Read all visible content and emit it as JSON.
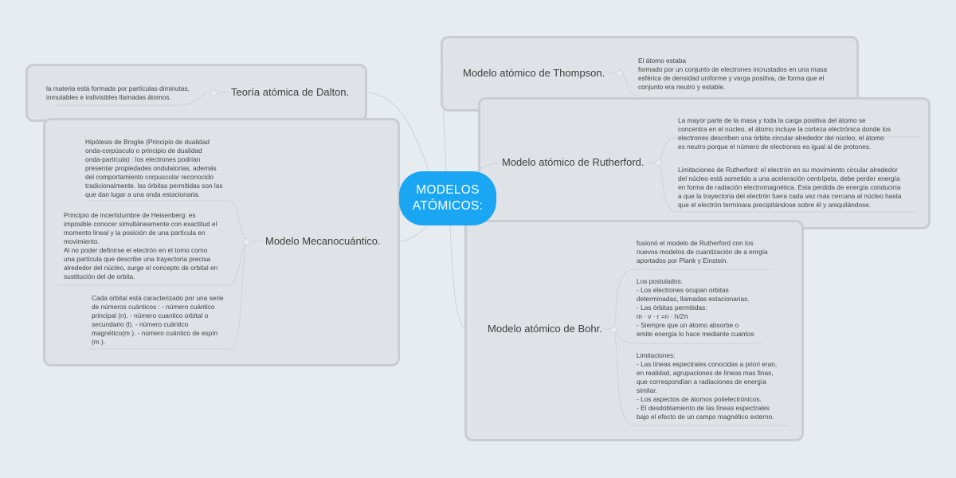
{
  "central": {
    "label": "MODELOS\nATÓMICOS:",
    "color": "#1aa6f2"
  },
  "branches": {
    "dalton": {
      "title": "Teoría atómica de Dalton.",
      "notes": [
        "la materia está formada por partículas diminutas,\ninmutables e indivisibles llamadas átomos."
      ]
    },
    "mecanocuantico": {
      "title": "Modelo Mecanocuántico.",
      "notes": [
        "Hipótesis de Broglie (Principio de dualidad\nonda-corpúsculo o principio de dualidad\nonda-partícula) : los electrones podrían\npresentar propiedades ondulatorias, además\ndel comportamiento corpuscular reconocido\ntradicionalmente. las órbitas permitidas son las\nque dan lugar a una onda estacionaria.",
        "Principio de incertidumbre de Heisenberg: es\nimposible conocer simultáneamente   con exactitud el\nmomento lineal y la posición de una partícula en\nmovimiento.\n Al no poder definirse el electrón en el tomo como\nuna partícula que describe una trayectoria precisa\nalrededor del núcleo, surge el concepto de orbital en\nsustitución del de orbita.",
        "Cada orbital está caracterizado por una serie\nde números cuánticos : - número cuántico\nprincipal (n). - número cuantico orbital o\nsecundario (l). - número cuántico\nmagnético(m ). - número cuántico de espín\n(m )."
      ]
    },
    "thompson": {
      "title": "Modelo atómico de Thompson.",
      "notes": [
        "El átomo estaba\n formado por un conjunto de electrones incrustados en una masa\n esférica de densidad uniforme y varga positiva, de forma que el\n conjunto era neutro y estable."
      ]
    },
    "rutherford": {
      "title": "Modelo atómico de Rutherford.",
      "notes": [
        "La mayor parte de la masa y toda la carga positiva del átomo se\nconcentra en el núcleo, el átomo incluye la corteza electrónica donde los\nelectrones describen una órbita circular alrededor del núcleo, el átomo\nes neutro porque el número de electrones es igual al de protones.",
        "Limitaciones de Rutherford: el electrón en su movimiento circular alrededor\ndel núcleo está sometido a una aceleración centrípeta, debe perder energía\nen forma de radiación electromagnética. Esta perdida de energía conduciría\na que la trayectoria del electrón fuera cada vez más cercana al núcleo hasta\nque el electrón terminara precipitándose sobre él y aniquilándose."
      ]
    },
    "bohr": {
      "title": "Modelo atómico de Bohr.",
      "notes": [
        "fusionó el modelo de Rutherford con los\nnuevos modelos de cuantización de a enrgía\naportados por Plank y Einstein.",
        "Los postulados:\n - Los electrones ocupan orbitas\ndeterminadas, llamadas estacionarias.\n - Las órbitas permitidas:\nm · v · r =n · h/2π\n - Siempre que un átomo absorbe o\nemite energía lo hace mediante cuantos",
        "Limitaciones:\n  - Las líneas espectrales conocidas a priori eran,\nen realidad, agrupaciones de líneas mas finas,\nque correspondían a radiaciones de energía\nsimilar.\n- Los aspectos de átomos polielectrónicos.\n- El desdoblamiento de las líneas espectrales\nbajo el efecto de un campo magnético externo."
      ]
    }
  }
}
